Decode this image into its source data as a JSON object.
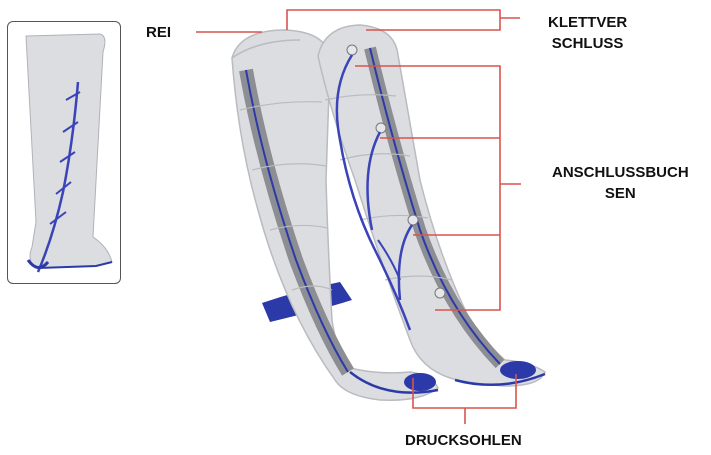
{
  "labels": {
    "rei": "REI",
    "klettverschluss_line1": "KLETTVER",
    "klettverschluss_line2": "SCHLUSS",
    "anschluss_line1": "ANSCHLUSSBUCH",
    "anschluss_line2": "SEN",
    "drucksohlen": "DRUCKSOHLEN"
  },
  "colors": {
    "leader_line": "#d9534f",
    "boot_fill": "#dcdde0",
    "boot_shadow": "#b9bbc0",
    "zipper": "#8c8e94",
    "trim": "#2b3aa8",
    "tube": "#3a44b8"
  },
  "images": {
    "inset": "single-leg-boot-photo",
    "main": "pair-of-compression-leg-boots-photo"
  }
}
